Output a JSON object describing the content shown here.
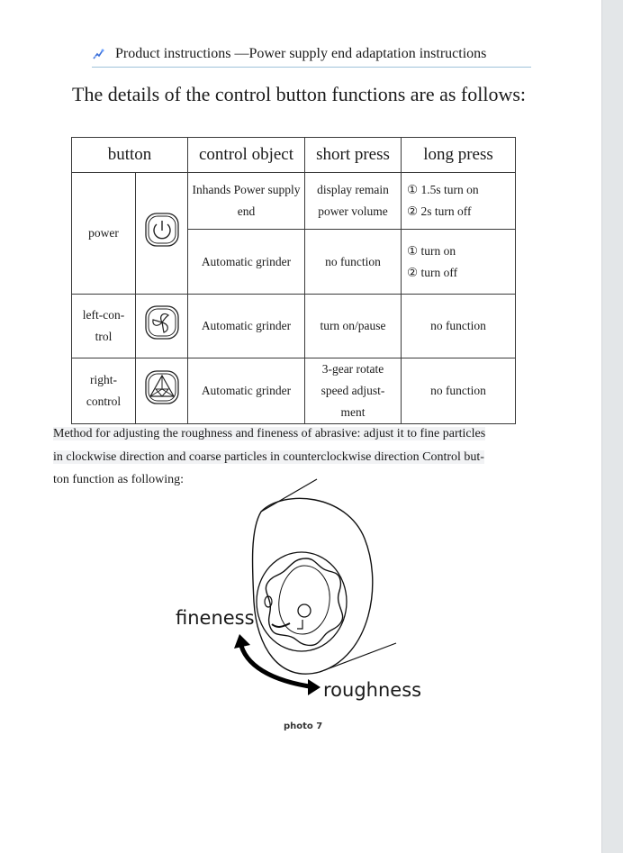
{
  "header": {
    "text": "Product instructions —Power supply end adaptation instructions"
  },
  "heading": "The details of the control button functions are as follows:",
  "table": {
    "headers": {
      "button": "button",
      "object": "control object",
      "short": "short press",
      "long": "long press"
    },
    "power": {
      "label": "power",
      "row1": {
        "object": "Inhands Power supply end",
        "short": "display remain power volume",
        "long1": "① 1.5s turn on",
        "long2": "② 2s turn off"
      },
      "row2": {
        "object": "Automatic grinder",
        "short": "no function",
        "long1": "① turn on",
        "long2": "② turn off"
      }
    },
    "left": {
      "label": "left-con-trol",
      "object": "Automatic grinder",
      "short": "turn on/pause",
      "long": "no function"
    },
    "right": {
      "label": "right-control",
      "object": "Automatic grinder",
      "short": "3-gear rotate speed adjust-ment",
      "long": "no function"
    }
  },
  "paragraph": {
    "line1": "Method for adjusting the roughness and fineness of abrasive: adjust it to fine particles",
    "line2": "in clockwise direction and coarse particles in counterclockwise direction Control but-",
    "line3": "ton function as following:"
  },
  "figure": {
    "fineness": "fineness",
    "roughness": "roughness",
    "caption": "photo 7"
  },
  "icons": {
    "header": "logo-icon",
    "power": "power-icon",
    "left": "fan-icon",
    "right": "triangle-icon"
  }
}
